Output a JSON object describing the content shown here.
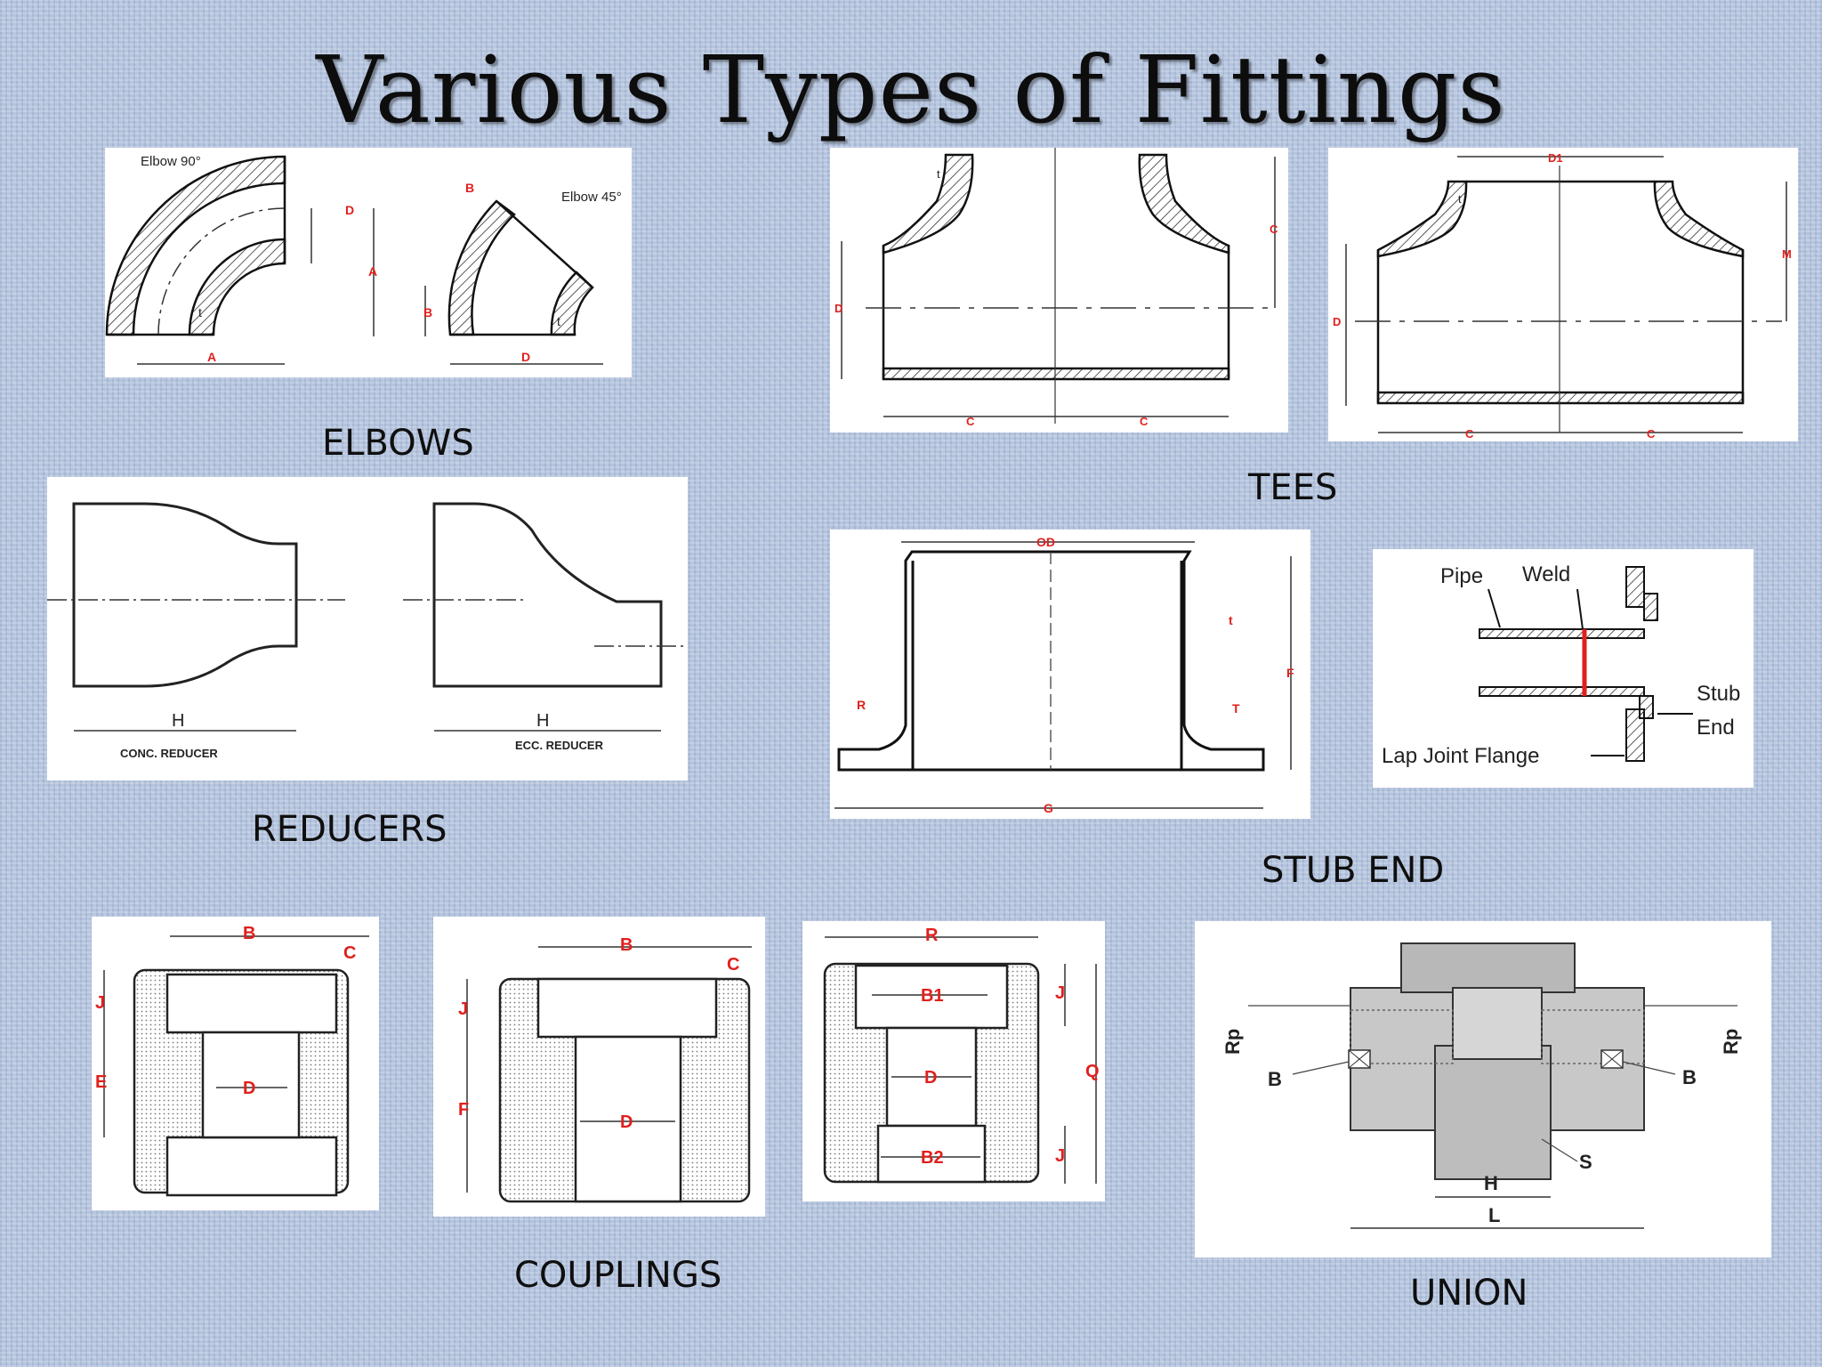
{
  "title": "Various Types of Fittings",
  "captions": {
    "elbows": "ELBOWS",
    "tees": "TEES",
    "reducers": "REDUCERS",
    "stub_end": "STUB END",
    "couplings": "COUPLINGS",
    "union": "UNION"
  },
  "elbows": {
    "elbow90": "Elbow 90°",
    "elbow45": "Elbow 45°",
    "dims": {
      "D": "D",
      "A": "A",
      "t": "t",
      "B": "B"
    }
  },
  "tees": {
    "dims": {
      "t": "t",
      "C": "C",
      "D": "D",
      "D1": "D1",
      "M": "M"
    }
  },
  "reducers": {
    "conc": "CONC. REDUCER",
    "ecc": "ECC. REDUCER",
    "H": "H"
  },
  "stub_end": {
    "dims": {
      "OD": "OD",
      "t": "t",
      "F": "F",
      "R": "R",
      "T": "T",
      "G": "G"
    }
  },
  "lap_joint": {
    "pipe": "Pipe",
    "weld": "Weld",
    "stub": "Stub",
    "end": "End",
    "flange": "Lap Joint Flange"
  },
  "couplings": {
    "dims": {
      "B": "B",
      "C": "C",
      "J": "J",
      "E": "E",
      "D": "D",
      "F": "F",
      "R": "R",
      "B1": "B1",
      "B2": "B2",
      "Q": "Q"
    }
  },
  "union": {
    "dims": {
      "Rp": "Rp",
      "B": "B",
      "S": "S",
      "H": "H",
      "L": "L"
    }
  }
}
